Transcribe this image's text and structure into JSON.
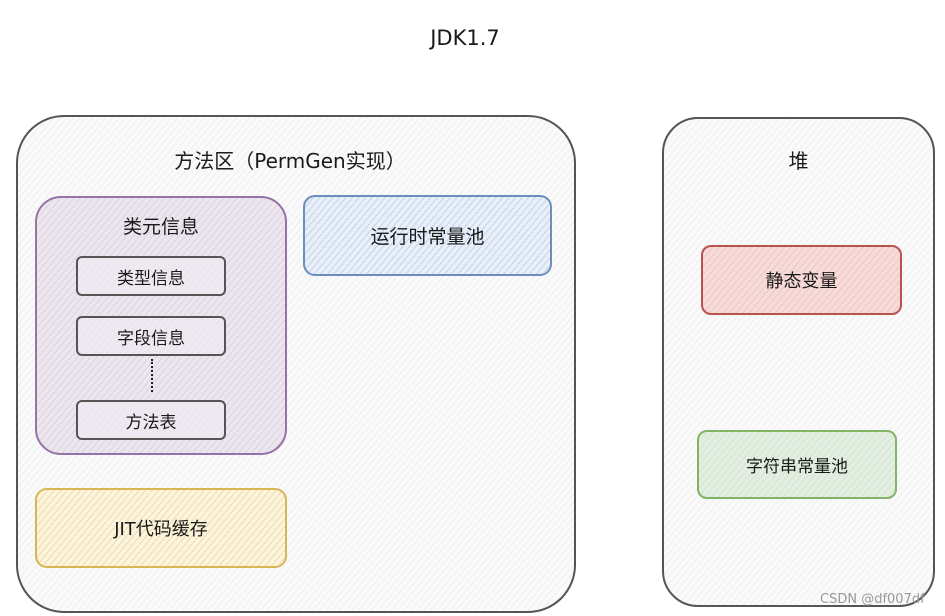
{
  "title": "JDK1.7",
  "method_area": {
    "label": "方法区（PermGen实现）",
    "class_meta": {
      "label": "类元信息",
      "items": [
        "类型信息",
        "字段信息",
        "方法表"
      ],
      "color": "#9673a6"
    },
    "runtime_constant_pool": {
      "label": "运行时常量池",
      "color": "#6c8ebf"
    },
    "jit_cache": {
      "label": "JIT代码缓存",
      "color": "#d6b656"
    }
  },
  "heap": {
    "label": "堆",
    "static_vars": {
      "label": "静态变量",
      "color": "#b85450"
    },
    "string_pool": {
      "label": "字符串常量池",
      "color": "#82b366"
    }
  },
  "watermark": "CSDN @df007df"
}
